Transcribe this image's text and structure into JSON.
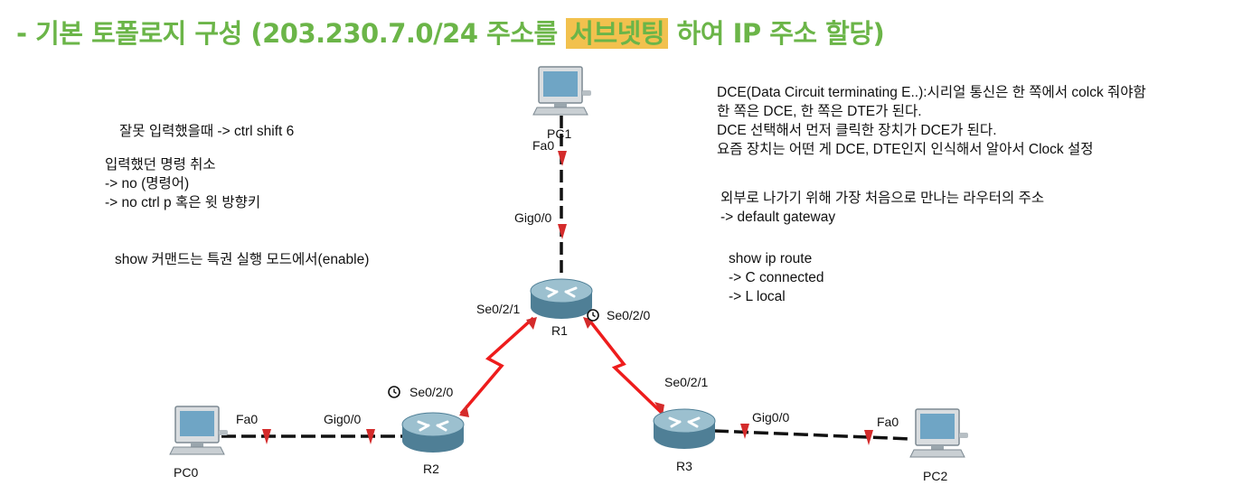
{
  "title": {
    "prefix": "- 기본 토폴로지 구성 (203.230.7.0/24 주소를 ",
    "highlight": "서브넷팅",
    "suffix": " 하여 IP 주소 할당)"
  },
  "notes": {
    "left": [
      "잘못 입력했을때 -> ctrl shift 6",
      "입력했던 명령 취소",
      "-> no (명령어)",
      "-> no ctrl p 혹은 윗 방향키",
      "show 커맨드는 특권 실행 모드에서(enable)"
    ],
    "right": [
      "DCE(Data Circuit terminating E..):시리얼 통신은 한 쪽에서  colck 줘야함",
      "한 쪽은 DCE, 한 쪽은 DTE가 된다.",
      "DCE 선택해서 먼저 클릭한 장치가 DCE가 된다.",
      "요즘 장치는 어떤 게 DCE, DTE인지 인식해서 알아서 Clock 설정",
      "외부로 나가기 위해 가장 처음으로 만나는 라우터의 주소",
      "-> default gateway",
      "show ip route",
      "-> C connected",
      "-> L local"
    ]
  },
  "devices": {
    "pc0": "PC0",
    "pc1": "PC1",
    "pc2": "PC2",
    "r1": "R1",
    "r2": "R2",
    "r3": "R3"
  },
  "ports": {
    "pc1_fa0": "Fa0",
    "r1_gig": "Gig0/0",
    "r1_se021": "Se0/2/1",
    "r1_se020": "Se0/2/0",
    "r2_se020": "Se0/2/0",
    "r2_gig": "Gig0/0",
    "pc0_fa0": "Fa0",
    "r3_se021": "Se0/2/1",
    "r3_gig": "Gig0/0",
    "pc2_fa0": "Fa0"
  },
  "colors": {
    "title_green": "#6bb548",
    "highlight": "#f2c14e",
    "serial_link": "#ee1c1c",
    "port_marker": "#d42b2b",
    "router_body": "#5f8fa5",
    "router_top": "#8fb6c7"
  }
}
